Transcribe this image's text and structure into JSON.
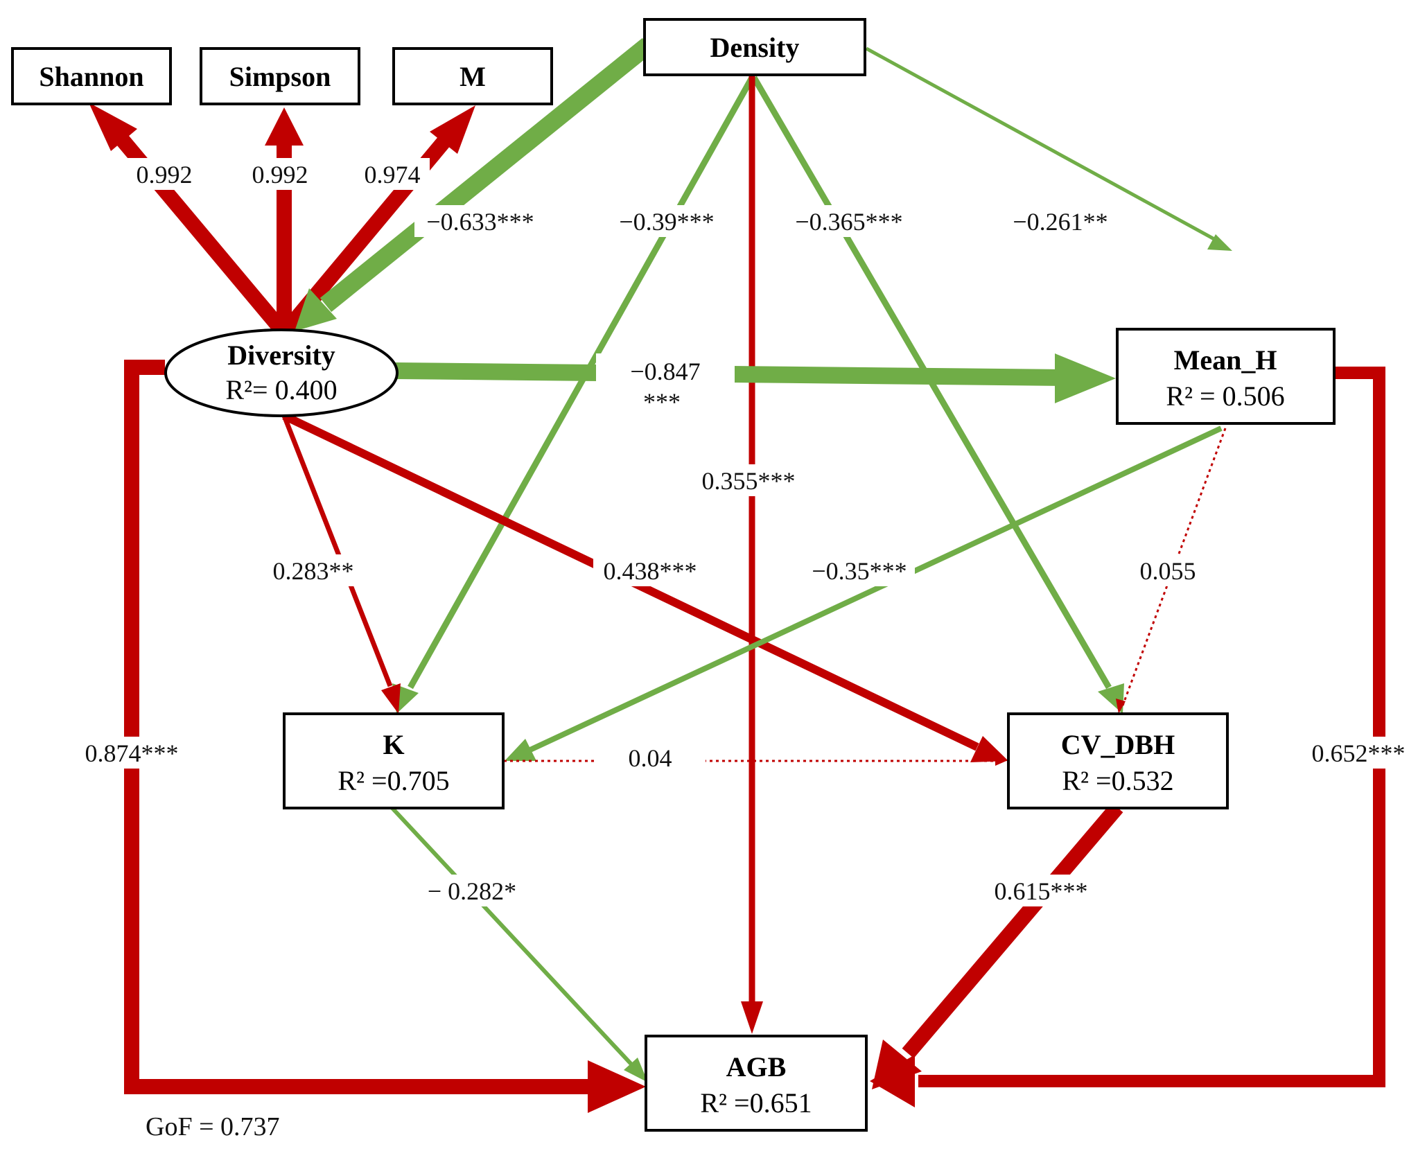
{
  "colors": {
    "positive": "#c00000",
    "negative": "#70ad47",
    "stroke": "#000000"
  },
  "nodes": {
    "shannon": {
      "title": "Shannon"
    },
    "simpson": {
      "title": "Simpson"
    },
    "m": {
      "title": "M"
    },
    "density": {
      "title": "Density"
    },
    "diversity": {
      "title": "Diversity",
      "r2": "R²= 0.400"
    },
    "mean_h": {
      "title": "Mean_H",
      "r2": "R² = 0.506"
    },
    "k": {
      "title": "K",
      "r2": "R² =0.705"
    },
    "cv_dbh": {
      "title": "CV_DBH",
      "r2": "R² =0.532"
    },
    "agb": {
      "title": "AGB",
      "r2": "R² =0.651"
    }
  },
  "paths": {
    "div_shannon": "0.992",
    "div_simpson": "0.992",
    "div_m": "0.974",
    "density_diversity": "−0.633***",
    "density_k": "−0.39***",
    "density_cv": "−0.365***",
    "density_meanh": "−0.261**",
    "density_agb": "0.355***",
    "div_meanh_1": "−0.847",
    "div_meanh_2": "***",
    "div_k": "0.283**",
    "div_cv": "0.438***",
    "meanh_k": "−0.35***",
    "meanh_cv": "0.055",
    "k_cv": "0.04",
    "k_agb": "− 0.282*",
    "cv_agb": "0.615***",
    "div_agb": "0.874***",
    "meanh_agb": "0.652***"
  },
  "gof": "GoF = 0.737"
}
